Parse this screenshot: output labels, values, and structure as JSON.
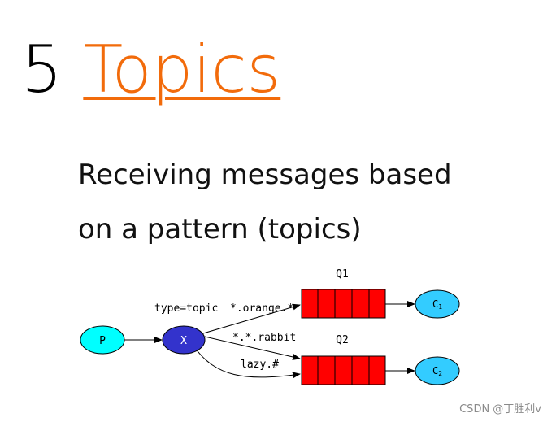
{
  "heading": {
    "number": "5",
    "link_label": "Topics"
  },
  "subtitle": {
    "line1": "Receiving messages based",
    "line2": "on a pattern (topics)"
  },
  "diagram": {
    "producer": "P",
    "exchange": "X",
    "exchange_type": "type=topic",
    "queues": [
      "Q1",
      "Q2"
    ],
    "bindings": [
      "*.orange.*",
      "*.*.rabbit",
      "lazy.#"
    ],
    "consumers": [
      {
        "base": "C",
        "sub": "1"
      },
      {
        "base": "C",
        "sub": "2"
      }
    ]
  },
  "colors": {
    "link": "#f26b0b",
    "producer": "#00ffff",
    "exchange": "#3333cc",
    "queue": "#ff0000",
    "consumer": "#33ccff"
  },
  "watermark": "CSDN @丁胜利v"
}
